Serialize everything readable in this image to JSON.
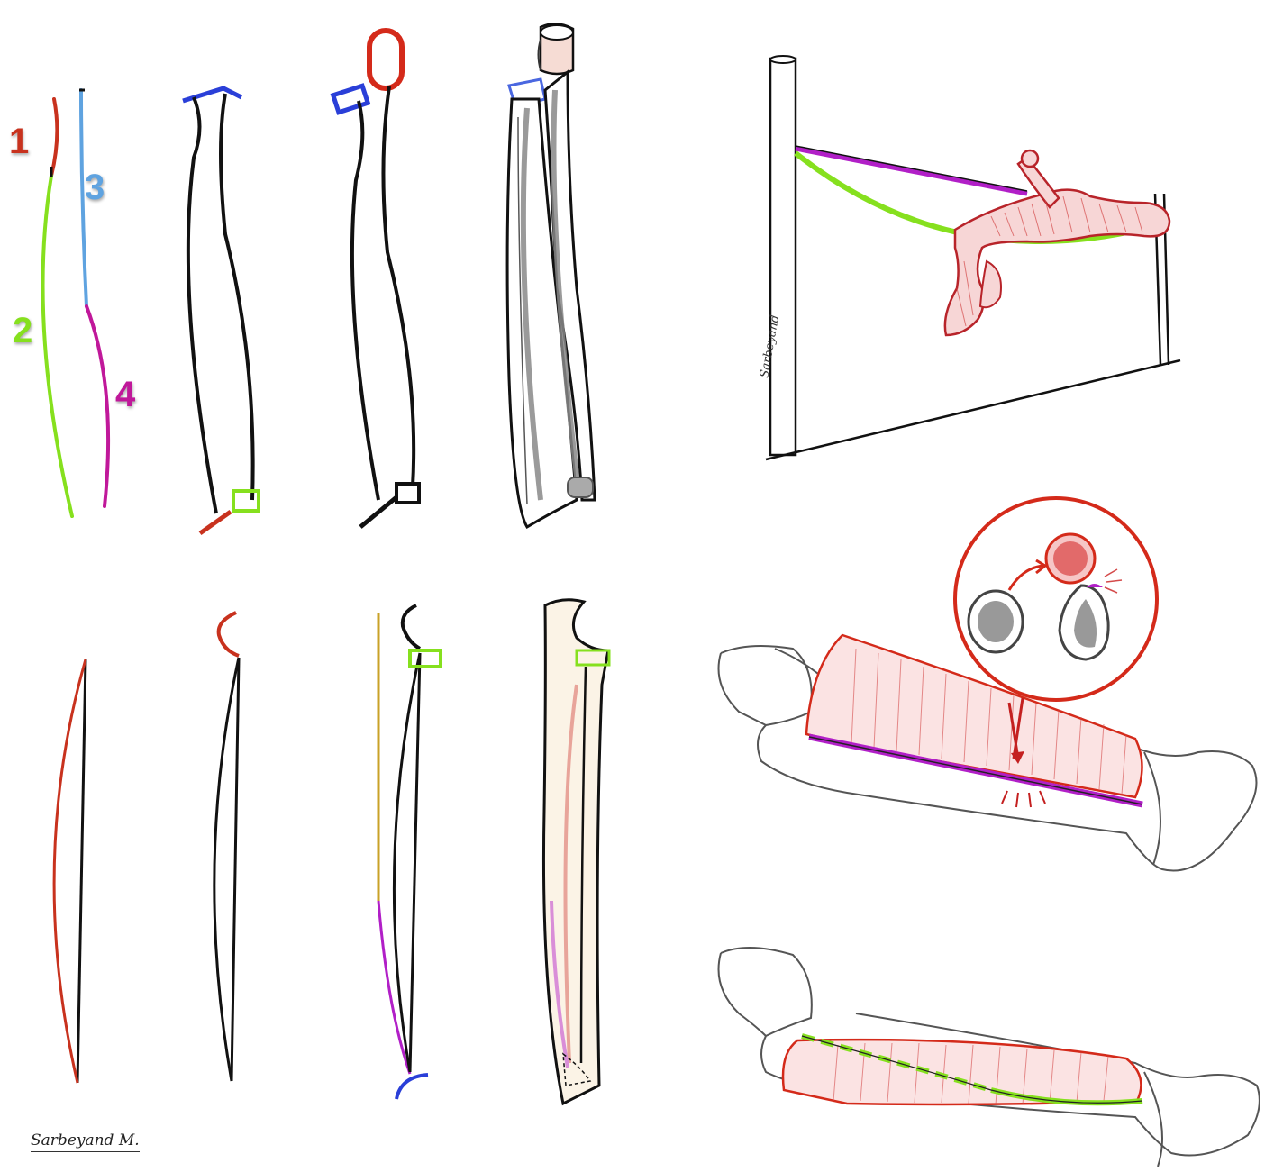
{
  "labels": {
    "one": "1",
    "two": "2",
    "three": "3",
    "four": "4"
  },
  "signature": "Sarbeyand M.",
  "signature_vertical": "Sarbeyand",
  "colors": {
    "segment_1": "#c8321e",
    "segment_2": "#86e01e",
    "segment_3": "#5fa3e0",
    "segment_4": "#c0189a",
    "blue_box": "#2a3fd8",
    "green_box": "#86e01e",
    "red_ring": "#d42a1a",
    "purple_bar": "#b11fc7",
    "gold_line": "#c9a227",
    "muscle_hatch": "#d44a4a"
  }
}
